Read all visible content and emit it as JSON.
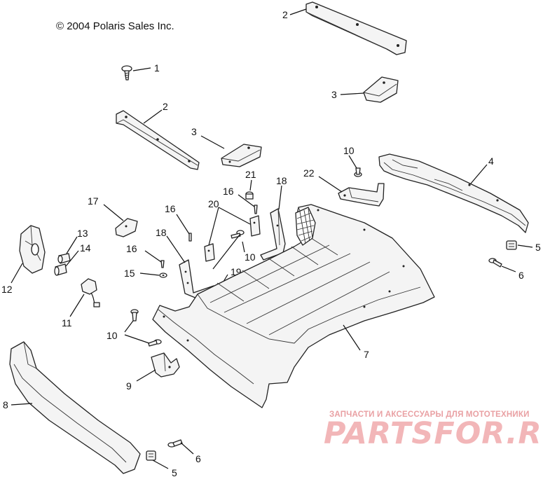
{
  "diagram": {
    "copyright": "© 2004 Polaris Sales Inc.",
    "watermark": {
      "tagline": "ЗАПЧАСТИ И АКСЕССУАРЫ ДЛЯ МОТОТЕХНИКИ",
      "brand": "PARTSFOR.RU"
    },
    "callouts": {
      "c1": "1",
      "c2a": "2",
      "c2b": "2",
      "c3a": "3",
      "c3b": "3",
      "c4": "4",
      "c5a": "5",
      "c5b": "5",
      "c6a": "6",
      "c6b": "6",
      "c7": "7",
      "c8": "8",
      "c9": "9",
      "c10a": "10",
      "c10b": "10",
      "c10c": "10",
      "c11": "11",
      "c12": "12",
      "c13": "13",
      "c14": "14",
      "c15": "15",
      "c16a": "16",
      "c16b": "16",
      "c16c": "16",
      "c17": "17",
      "c18a": "18",
      "c18b": "18",
      "c19": "19",
      "c20": "20",
      "c21": "21",
      "c22": "22"
    }
  }
}
